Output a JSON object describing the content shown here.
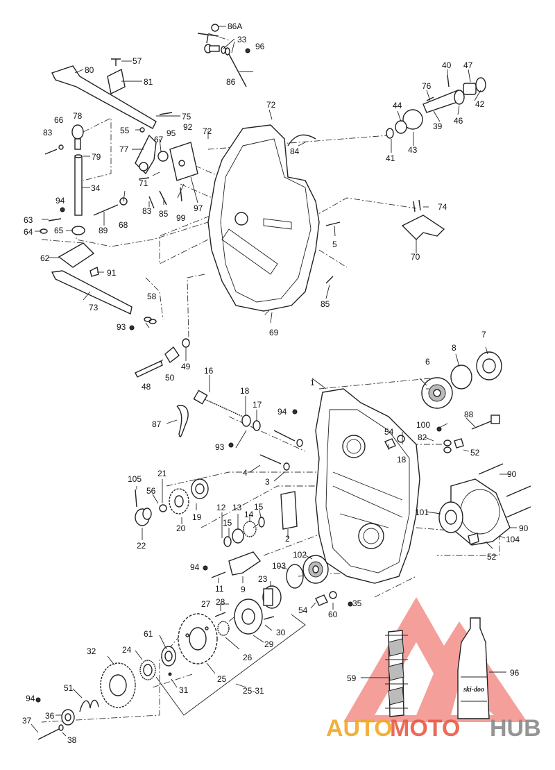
{
  "parts": [
    {
      "id": "p86a",
      "text": "86A"
    },
    {
      "id": "p33",
      "text": "33"
    },
    {
      "id": "p96a",
      "text": "96"
    },
    {
      "id": "p86",
      "text": "86"
    },
    {
      "id": "p57",
      "text": "57"
    },
    {
      "id": "p80",
      "text": "80"
    },
    {
      "id": "p81",
      "text": "81"
    },
    {
      "id": "p66",
      "text": "66"
    },
    {
      "id": "p78",
      "text": "78"
    },
    {
      "id": "p83a",
      "text": "83"
    },
    {
      "id": "p79",
      "text": "79"
    },
    {
      "id": "p75",
      "text": "75"
    },
    {
      "id": "p55",
      "text": "55"
    },
    {
      "id": "p92",
      "text": "92"
    },
    {
      "id": "p77",
      "text": "77"
    },
    {
      "id": "p67",
      "text": "67"
    },
    {
      "id": "p95",
      "text": "95"
    },
    {
      "id": "p72a",
      "text": "72"
    },
    {
      "id": "p72b",
      "text": "72"
    },
    {
      "id": "p84",
      "text": "84"
    },
    {
      "id": "p71",
      "text": "71"
    },
    {
      "id": "p34",
      "text": "34"
    },
    {
      "id": "p83b",
      "text": "83"
    },
    {
      "id": "p85a",
      "text": "85"
    },
    {
      "id": "p99",
      "text": "99"
    },
    {
      "id": "p97",
      "text": "97"
    },
    {
      "id": "p94a",
      "text": "94"
    },
    {
      "id": "p63",
      "text": "63"
    },
    {
      "id": "p64",
      "text": "64"
    },
    {
      "id": "p65",
      "text": "65"
    },
    {
      "id": "p89",
      "text": "89"
    },
    {
      "id": "p68",
      "text": "68"
    },
    {
      "id": "p62",
      "text": "62"
    },
    {
      "id": "p91",
      "text": "91"
    },
    {
      "id": "p73",
      "text": "73"
    },
    {
      "id": "p58",
      "text": "58"
    },
    {
      "id": "p93a",
      "text": "93"
    },
    {
      "id": "p69",
      "text": "69"
    },
    {
      "id": "p85b",
      "text": "85"
    },
    {
      "id": "p5",
      "text": "5"
    },
    {
      "id": "p40",
      "text": "40"
    },
    {
      "id": "p47",
      "text": "47"
    },
    {
      "id": "p76",
      "text": "76"
    },
    {
      "id": "p44",
      "text": "44"
    },
    {
      "id": "p42",
      "text": "42"
    },
    {
      "id": "p39",
      "text": "39"
    },
    {
      "id": "p46",
      "text": "46"
    },
    {
      "id": "p41",
      "text": "41"
    },
    {
      "id": "p43",
      "text": "43"
    },
    {
      "id": "p74",
      "text": "74"
    },
    {
      "id": "p70",
      "text": "70"
    },
    {
      "id": "p48",
      "text": "48"
    },
    {
      "id": "p50",
      "text": "50"
    },
    {
      "id": "p49",
      "text": "49"
    },
    {
      "id": "p16",
      "text": "16"
    },
    {
      "id": "p1",
      "text": "1"
    },
    {
      "id": "p8",
      "text": "8"
    },
    {
      "id": "p7",
      "text": "7"
    },
    {
      "id": "p6",
      "text": "6"
    },
    {
      "id": "p18a",
      "text": "18"
    },
    {
      "id": "p17",
      "text": "17"
    },
    {
      "id": "p94b",
      "text": "94"
    },
    {
      "id": "p87",
      "text": "87"
    },
    {
      "id": "p93b",
      "text": "93"
    },
    {
      "id": "p4",
      "text": "4"
    },
    {
      "id": "p3",
      "text": "3"
    },
    {
      "id": "p54a",
      "text": "54"
    },
    {
      "id": "p18b",
      "text": "18"
    },
    {
      "id": "p100",
      "text": "100"
    },
    {
      "id": "p88",
      "text": "88"
    },
    {
      "id": "p82",
      "text": "82"
    },
    {
      "id": "p52a",
      "text": "52"
    },
    {
      "id": "p105",
      "text": "105"
    },
    {
      "id": "p21",
      "text": "21"
    },
    {
      "id": "p56",
      "text": "56"
    },
    {
      "id": "p90a",
      "text": "90"
    },
    {
      "id": "p12",
      "text": "12"
    },
    {
      "id": "p13",
      "text": "13"
    },
    {
      "id": "p14",
      "text": "14"
    },
    {
      "id": "p15a",
      "text": "15"
    },
    {
      "id": "p15b",
      "text": "15"
    },
    {
      "id": "p19",
      "text": "19"
    },
    {
      "id": "p20",
      "text": "20"
    },
    {
      "id": "p22",
      "text": "22"
    },
    {
      "id": "p101",
      "text": "101"
    },
    {
      "id": "p90b",
      "text": "90"
    },
    {
      "id": "p104",
      "text": "104"
    },
    {
      "id": "p2",
      "text": "2"
    },
    {
      "id": "p52b",
      "text": "52"
    },
    {
      "id": "p94c",
      "text": "94"
    },
    {
      "id": "p11",
      "text": "11"
    },
    {
      "id": "p103",
      "text": "103"
    },
    {
      "id": "p102",
      "text": "102"
    },
    {
      "id": "p9",
      "text": "9"
    },
    {
      "id": "p23",
      "text": "23"
    },
    {
      "id": "p54b",
      "text": "54"
    },
    {
      "id": "p60",
      "text": "60"
    },
    {
      "id": "p35",
      "text": "35"
    },
    {
      "id": "p27",
      "text": "27"
    },
    {
      "id": "p28",
      "text": "28"
    },
    {
      "id": "p30",
      "text": "30"
    },
    {
      "id": "p61",
      "text": "61"
    },
    {
      "id": "p29",
      "text": "29"
    },
    {
      "id": "p32",
      "text": "32"
    },
    {
      "id": "p24",
      "text": "24"
    },
    {
      "id": "p26",
      "text": "26"
    },
    {
      "id": "p25",
      "text": "25"
    },
    {
      "id": "p31",
      "text": "31"
    },
    {
      "id": "p2531",
      "text": "25-31"
    },
    {
      "id": "p51",
      "text": "51"
    },
    {
      "id": "p94d",
      "text": "94"
    },
    {
      "id": "p36",
      "text": "36"
    },
    {
      "id": "p37",
      "text": "37"
    },
    {
      "id": "p38",
      "text": "38"
    },
    {
      "id": "p59",
      "text": "59"
    },
    {
      "id": "p96b",
      "text": "96"
    }
  ],
  "bottle_label": "ski-doo",
  "watermark": {
    "part1": "AUTO",
    "part2": "MOTO",
    "part3": "HUB"
  }
}
